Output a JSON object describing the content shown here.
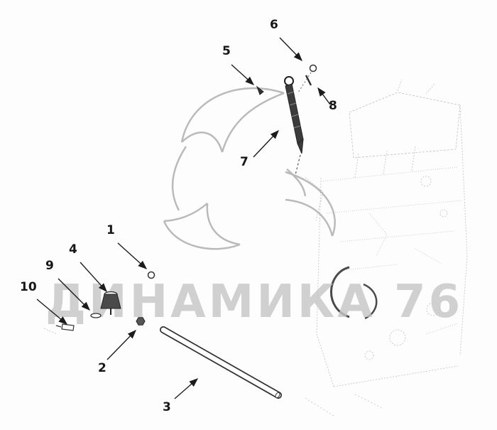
{
  "watermark": {
    "text": "ДИНАМИКА 76",
    "color": "#c6c6c6"
  },
  "diagram": {
    "callouts": [
      {
        "label": "1"
      },
      {
        "label": "2"
      },
      {
        "label": "3"
      },
      {
        "label": "4"
      },
      {
        "label": "5"
      },
      {
        "label": "6"
      },
      {
        "label": "7"
      },
      {
        "label": "8"
      },
      {
        "label": "9"
      },
      {
        "label": "10"
      }
    ]
  }
}
